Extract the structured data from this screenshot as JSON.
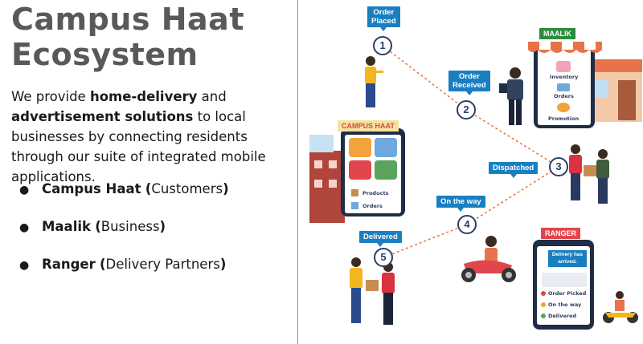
{
  "title": "Campus Haat Ecosystem",
  "description": {
    "part1": "We provide ",
    "bold1": "home-delivery",
    "part2": " and ",
    "bold2": "advertisement solutions",
    "part3": " to local businesses by connecting residents through our suite of integrated mobile applications."
  },
  "apps": [
    {
      "name": "Campus Haat",
      "role": "Customers"
    },
    {
      "name": "Maalik",
      "role": "Business"
    },
    {
      "name": "Ranger",
      "role": "Delivery Partners"
    }
  ],
  "diagram": {
    "steps": [
      {
        "number": "1",
        "label_line1": "Order",
        "label_line2": "Placed"
      },
      {
        "number": "2",
        "label_line1": "Order",
        "label_line2": "Received"
      },
      {
        "number": "3",
        "label_line1": "Dispatched",
        "label_line2": ""
      },
      {
        "number": "4",
        "label_line1": "On the way",
        "label_line2": ""
      },
      {
        "number": "5",
        "label_line1": "Delivered",
        "label_line2": ""
      }
    ],
    "maalik_app": {
      "brand": "MAALIK",
      "items": [
        "Inventory",
        "Orders",
        "Promotion"
      ]
    },
    "customer_app": {
      "brand": "CAMPUS HAAT",
      "items": [
        "Products",
        "Orders"
      ]
    },
    "ranger_app": {
      "brand": "RANGER",
      "notice": "Delivery has arrived.",
      "items": [
        "Order Picked",
        "On the way",
        "Delivered"
      ]
    }
  },
  "colors": {
    "tag": "#1a7fc1",
    "accent": "#e8734a",
    "step_ring": "#2c3e66",
    "title": "#595959"
  }
}
